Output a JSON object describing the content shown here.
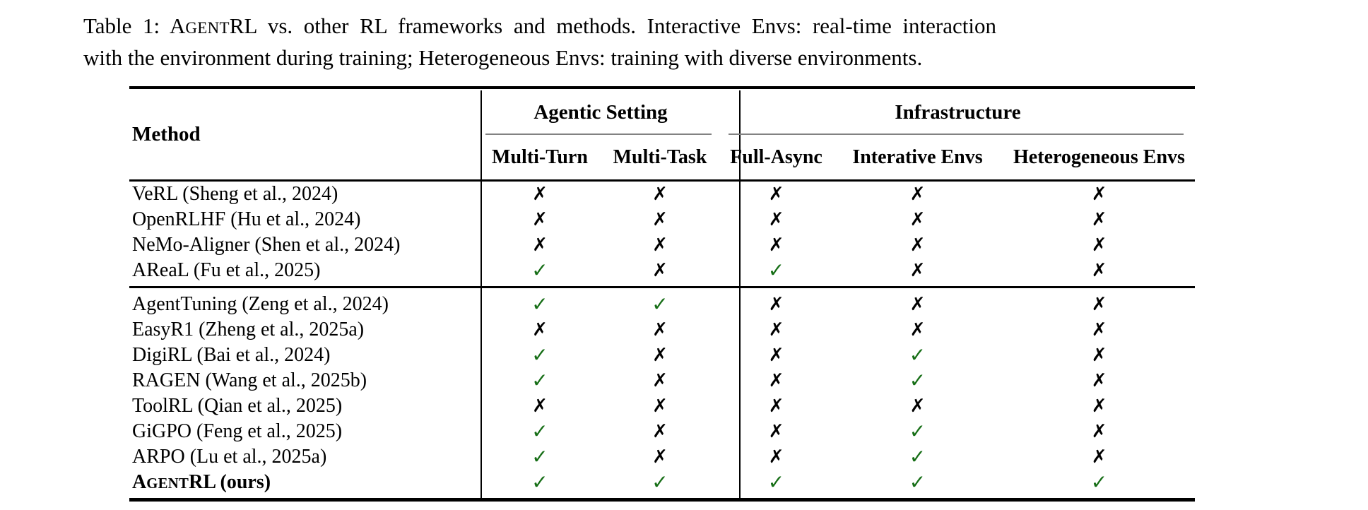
{
  "caption": {
    "line1_prefix": "Table 1: ",
    "brand": {
      "cap1": "A",
      "small": "GENT",
      "cap2": "RL"
    },
    "line1_rest": " vs. other RL frameworks and methods. Interactive Envs: real-time interaction",
    "line2": "with the environment during training; Heterogeneous Envs: training with diverse environments."
  },
  "table": {
    "method_header": "Method",
    "groups": [
      {
        "label": "Agentic Setting"
      },
      {
        "label": "Infrastructure"
      }
    ],
    "columns": [
      "Multi-Turn",
      "Multi-Task",
      "Full-Async",
      "Interative Envs",
      "Heterogeneous Envs"
    ],
    "check_glyph": "✓",
    "cross_glyph": "✗",
    "check_color": "#166e16",
    "cross_color": "#000000",
    "group1_rows": [
      {
        "method": "VeRL (Sheng et al., 2024)",
        "marks": [
          false,
          false,
          false,
          false,
          false
        ]
      },
      {
        "method": "OpenRLHF (Hu et al., 2024)",
        "marks": [
          false,
          false,
          false,
          false,
          false
        ]
      },
      {
        "method": "NeMo-Aligner (Shen et al., 2024)",
        "marks": [
          false,
          false,
          false,
          false,
          false
        ]
      },
      {
        "method": "AReaL (Fu et al., 2025)",
        "marks": [
          true,
          false,
          true,
          false,
          false
        ]
      }
    ],
    "group2_rows": [
      {
        "method": "AgentTuning (Zeng et al., 2024)",
        "marks": [
          true,
          true,
          false,
          false,
          false
        ]
      },
      {
        "method": "EasyR1 (Zheng et al., 2025a)",
        "marks": [
          false,
          false,
          false,
          false,
          false
        ]
      },
      {
        "method": "DigiRL (Bai et al., 2024)",
        "marks": [
          true,
          false,
          false,
          true,
          false
        ]
      },
      {
        "method": "RAGEN (Wang et al., 2025b)",
        "marks": [
          true,
          false,
          false,
          true,
          false
        ]
      },
      {
        "method": "ToolRL (Qian et al., 2025)",
        "marks": [
          false,
          false,
          false,
          false,
          false
        ]
      },
      {
        "method": "GiGPO (Feng et al., 2025)",
        "marks": [
          true,
          false,
          false,
          true,
          false
        ]
      },
      {
        "method": "ARPO (Lu et al., 2025a)",
        "marks": [
          true,
          false,
          false,
          true,
          false
        ]
      },
      {
        "method": "AgentRL (ours)",
        "ours": true,
        "method_parts": {
          "cap1": "A",
          "small": "GENT",
          "rest": "RL (ours)"
        },
        "marks": [
          true,
          true,
          true,
          true,
          true
        ]
      }
    ]
  }
}
